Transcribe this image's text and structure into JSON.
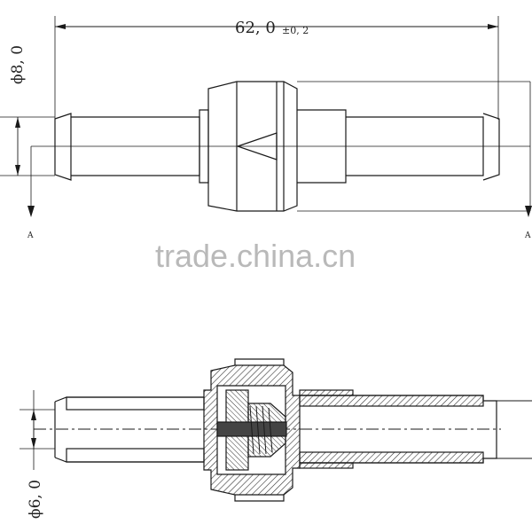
{
  "dimensions": {
    "overall_length": "62, 0",
    "overall_tolerance": "±0, 2",
    "diameter_large": "ϕ8, 0",
    "diameter_small": "ϕ6, 0"
  },
  "section_markers": {
    "left": "A",
    "right": "A"
  },
  "watermark": "trade.china.cn",
  "colors": {
    "line": "#1a1a1a",
    "watermark": "#b9b9b9",
    "hatch": "#333333"
  }
}
